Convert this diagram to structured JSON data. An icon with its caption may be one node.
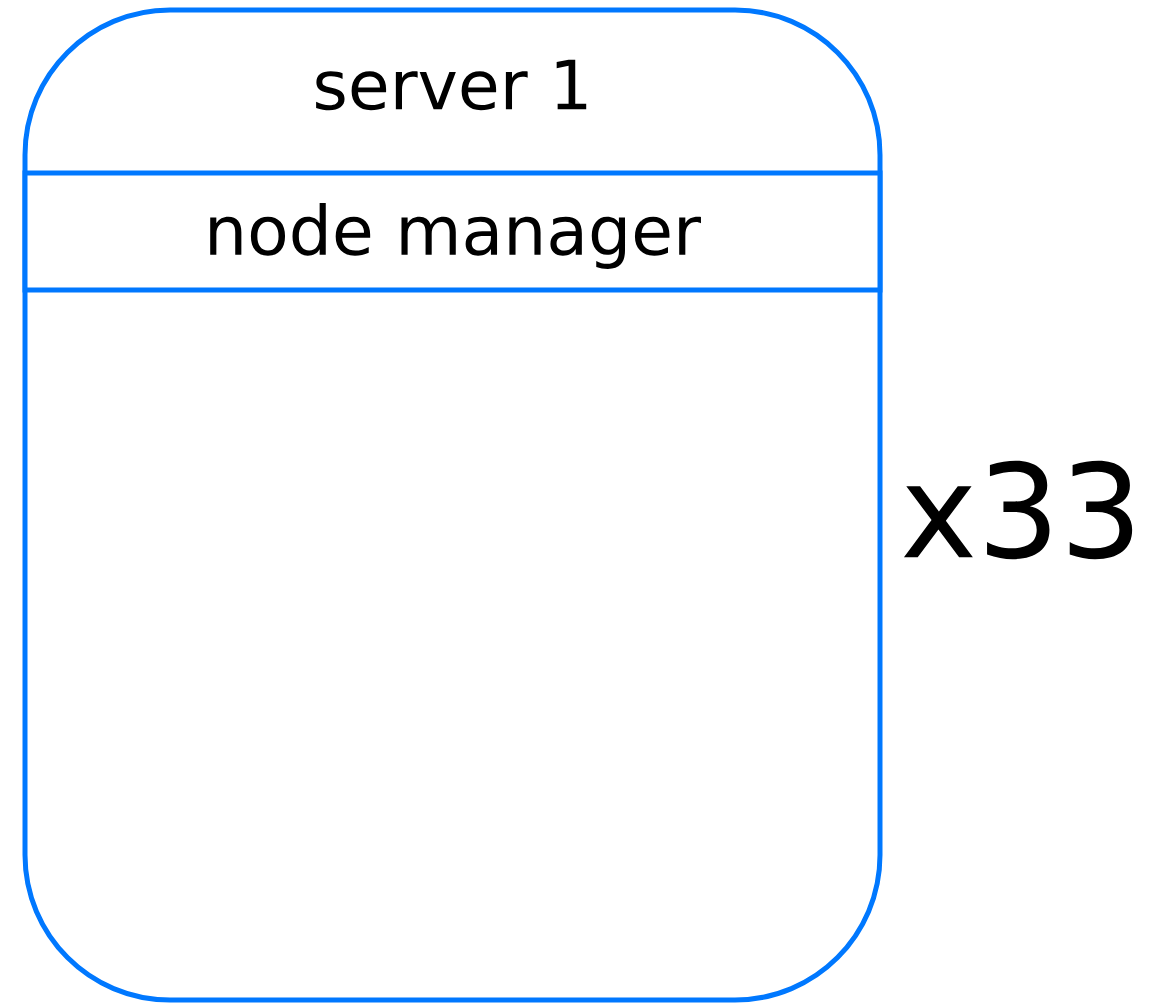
{
  "diagram": {
    "nodes": [
      {
        "text": [
          "server 1"
        ],
        "beside": [
          "x33"
        ]
      },
      {
        "text": [
          "node manager"
        ],
        "in": 0
      }
    ]
  }
}
